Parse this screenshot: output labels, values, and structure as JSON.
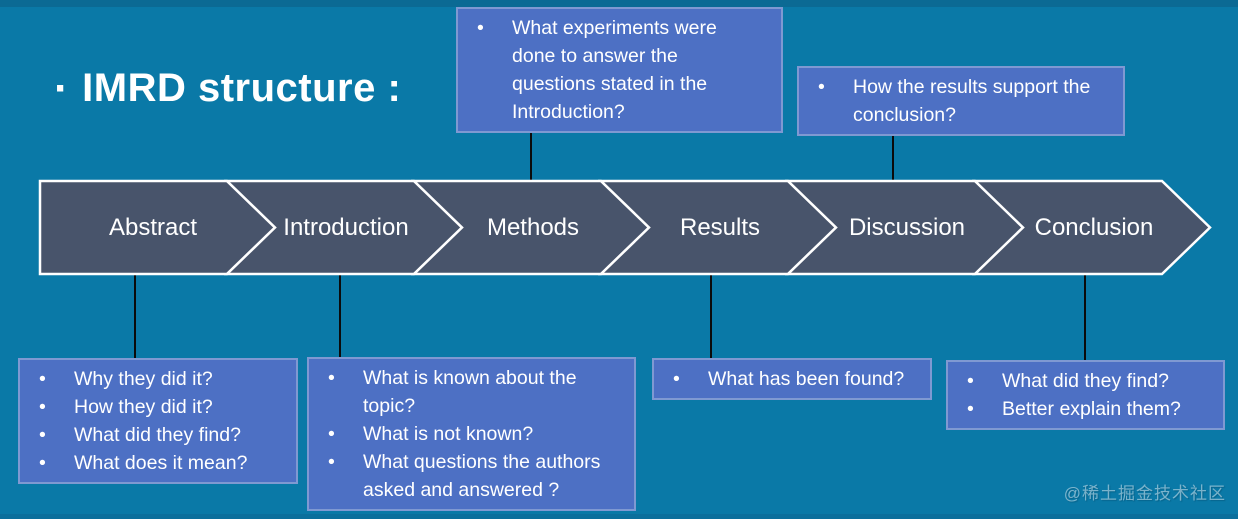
{
  "title": {
    "bullet": "·",
    "text": "IMRD structure :"
  },
  "glyphs": {
    "bullet": "•"
  },
  "flow": {
    "steps": [
      {
        "label": "Abstract"
      },
      {
        "label": "Introduction"
      },
      {
        "label": "Methods"
      },
      {
        "label": "Results"
      },
      {
        "label": "Discussion"
      },
      {
        "label": "Conclusion"
      }
    ]
  },
  "callouts": {
    "methods_top": {
      "items": [
        "What experiments were done to answer the questions stated in the Introduction?"
      ]
    },
    "discussion_top": {
      "items": [
        "How the results support the conclusion?"
      ]
    },
    "abstract_bottom": {
      "items": [
        "Why they did it?",
        "How they did it?",
        "What did they find?",
        "What does it mean?"
      ]
    },
    "introduction_bottom": {
      "items": [
        "What is known about the topic?",
        "What is not known?",
        "What questions the authors asked and answered ?"
      ]
    },
    "results_bottom": {
      "items": [
        "What has been found?"
      ]
    },
    "conclusion_bottom": {
      "items": [
        "What did they find?",
        "Better explain them?"
      ]
    }
  },
  "watermark": "@稀土掘金技术社区",
  "colors": {
    "background": "#0a79a7",
    "top_band": "#0b6a94",
    "chevron_fill": "#48546b",
    "chevron_border": "#ffffff",
    "callout_fill": "#4d70c4",
    "callout_border": "#7f99d2",
    "connector": "#0b0b0b",
    "text": "#ffffff"
  }
}
